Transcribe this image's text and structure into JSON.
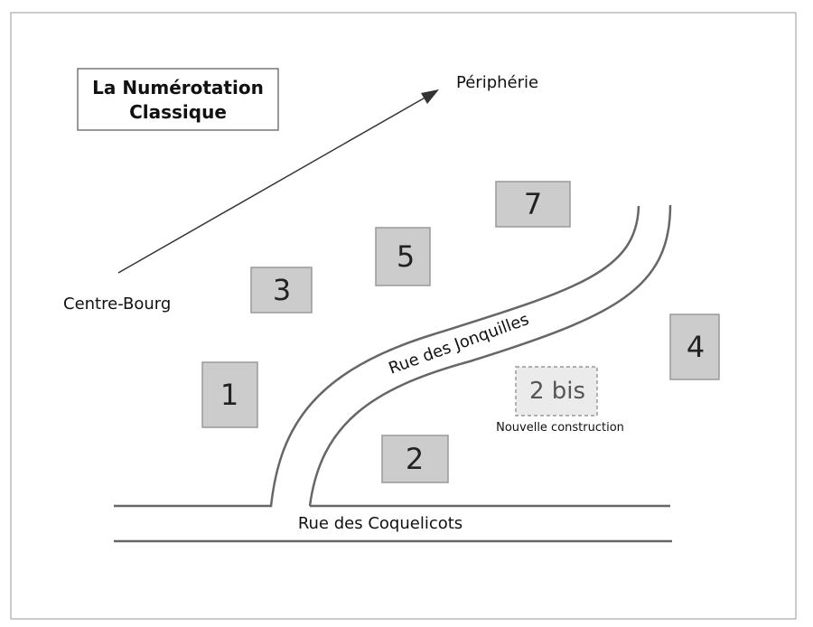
{
  "title": {
    "line1": "La Numérotation",
    "line2": "Classique"
  },
  "places": {
    "start": "Centre-Bourg",
    "end": "Périphérie"
  },
  "streets": {
    "main": "Rue des Coquelicots",
    "branch": "Rue  des Jonquilles"
  },
  "houses": {
    "odd": [
      "1",
      "3",
      "5",
      "7"
    ],
    "even": [
      "2",
      "4"
    ],
    "new": {
      "number": "2 bis",
      "note": "Nouvelle construction"
    }
  },
  "colors": {
    "house_fill": "#cccccc",
    "new_house_fill": "#ebebeb",
    "road_stroke": "#666666"
  }
}
